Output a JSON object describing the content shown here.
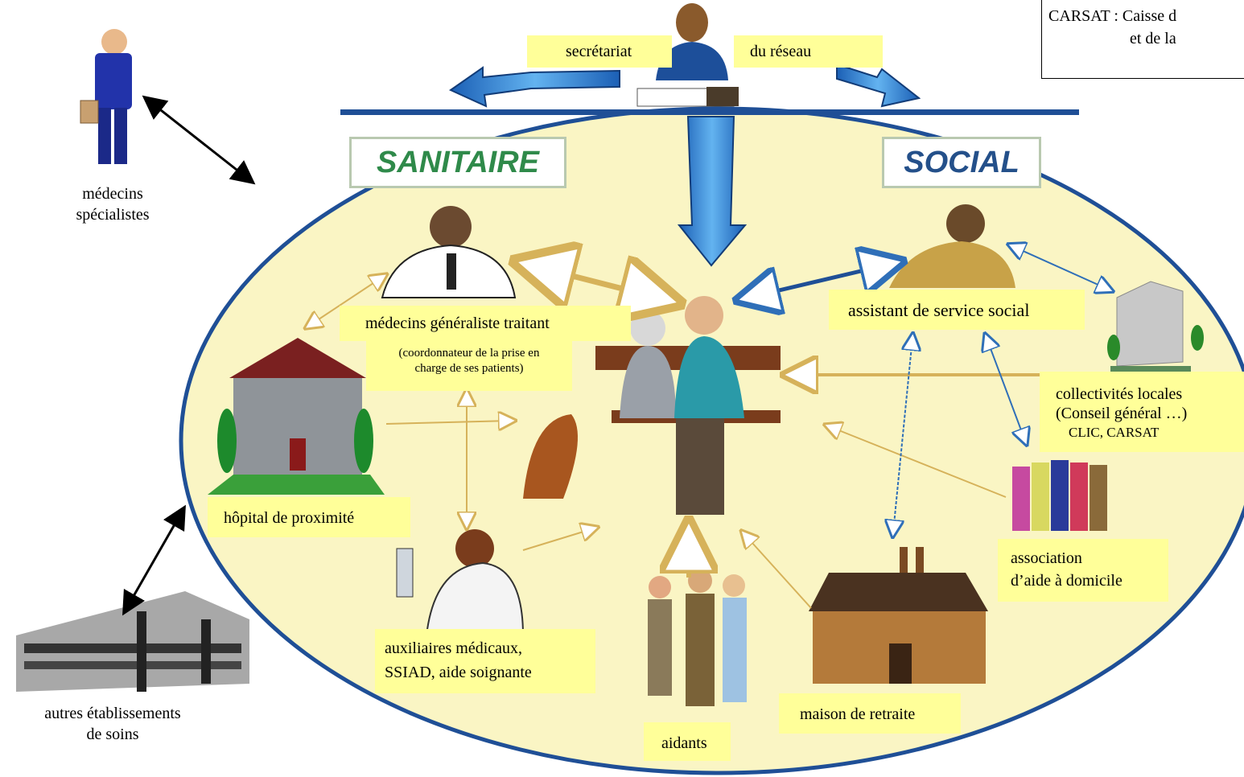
{
  "header": {
    "left": "secrétariat",
    "right": "du réseau"
  },
  "sections": {
    "sanitaire": "SANITAIRE",
    "social": "SOCIAL"
  },
  "legend": {
    "line1": "CARSAT : Caisse d",
    "line2": "et de la"
  },
  "outside": {
    "specialists": [
      "médecins",
      "spécialistes"
    ],
    "others": [
      "autres établissements",
      "de soins"
    ]
  },
  "labels": {
    "gp": "médecins généraliste traitant",
    "gp_note": [
      "(coordonnateur de la prise en",
      "charge de ses patients)"
    ],
    "social_worker": "assistant de service social",
    "local": [
      "collectivités locales",
      "(Conseil général …)",
      "CLIC, CARSAT"
    ],
    "hospital": "hôpital de proximité",
    "association": [
      "association",
      "d’aide à domicile"
    ],
    "auxiliaries": [
      "auxiliaires médicaux,",
      "SSIAD, aide soignante"
    ],
    "retirement": "maison de retraite",
    "caregivers": "aidants"
  },
  "colors": {
    "ellipse_fill": "#faf5c4",
    "ellipse_stroke": "#1f4f96",
    "label_bg": "#ffff99",
    "sanitaire_text": "#2f8a4a",
    "social_text": "#24508a",
    "blue_arrow": "#2f7fd0",
    "gold_arrow": "#d6b25a"
  }
}
